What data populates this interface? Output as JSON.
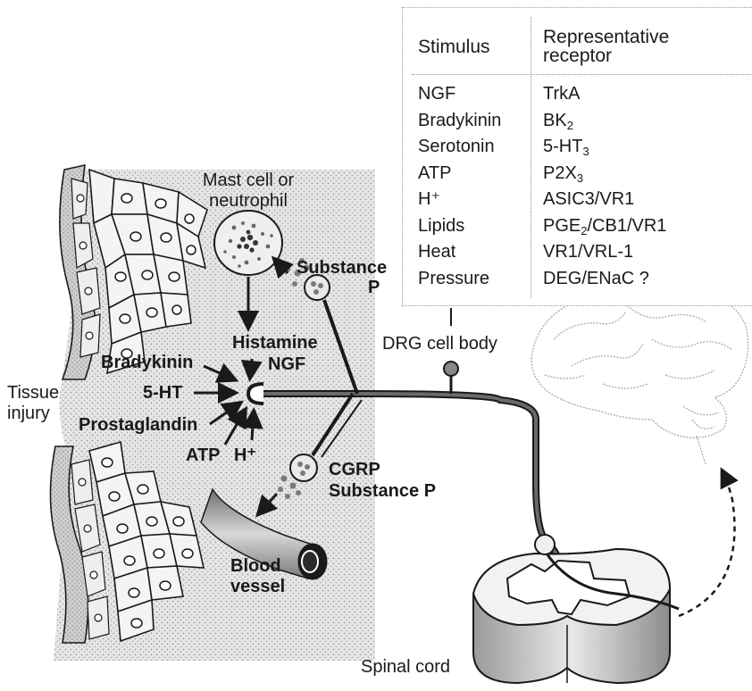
{
  "labels": {
    "mast_cell": [
      "Mast cell or",
      "neutrophil"
    ],
    "substance_p_top": [
      "Substance",
      "P"
    ],
    "histamine": "Histamine",
    "ngf": "NGF",
    "bradykinin": "Bradykinin",
    "five_ht": "5-HT",
    "tissue_injury": [
      "Tissue",
      "injury"
    ],
    "prostaglandin": "Prostaglandin",
    "atp": "ATP",
    "h_plus": "H⁺",
    "cgrp": "CGRP",
    "substance_p_bottom": "Substance P",
    "blood_vessel": [
      "Blood",
      "vessel"
    ],
    "drg_cell_body": "DRG cell body",
    "spinal_cord": "Spinal cord"
  },
  "table": {
    "header_stimulus": "Stimulus",
    "header_receptor": [
      "Representative",
      "receptor"
    ],
    "rows": [
      {
        "stimulus": "NGF",
        "receptor": "TrkA",
        "sub": "",
        "tail": ""
      },
      {
        "stimulus": "Bradykinin",
        "receptor": "BK",
        "sub": "2",
        "tail": ""
      },
      {
        "stimulus": "Serotonin",
        "receptor": "5-HT",
        "sub": "3",
        "tail": ""
      },
      {
        "stimulus": "ATP",
        "receptor": "P2X",
        "sub": "3",
        "tail": ""
      },
      {
        "stimulus": "H⁺",
        "receptor": "ASIC3/VR1",
        "sub": "",
        "tail": ""
      },
      {
        "stimulus": "Lipids",
        "receptor": "PGE",
        "sub": "2",
        "tail": "/CB1/VR1"
      },
      {
        "stimulus": "Heat",
        "receptor": "VR1/VRL-1",
        "sub": "",
        "tail": ""
      },
      {
        "stimulus": "Pressure",
        "receptor": "DEG/ENaC ?",
        "sub": "",
        "tail": ""
      }
    ]
  },
  "colors": {
    "ink": "#1a1a1a",
    "tissue_shade": "#d9d9d9",
    "cell_fill": "#f4f4f4",
    "brain_line": "#a8a8a8",
    "dot_fill": "#7a7a7a"
  }
}
